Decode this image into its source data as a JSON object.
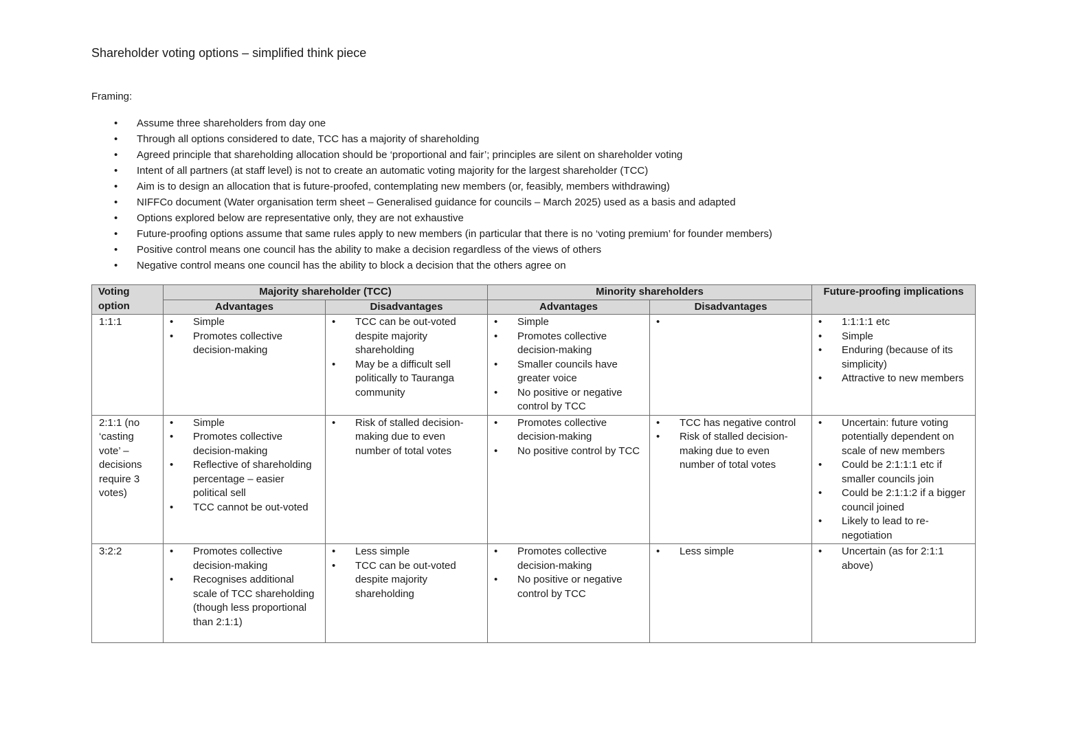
{
  "document": {
    "title": "Shareholder voting options – simplified think piece",
    "framing_label": "Framing:",
    "framing_points": [
      "Assume three shareholders from day one",
      "Through all options considered to date, TCC has a majority of shareholding",
      "Agreed principle that shareholding allocation should be ‘proportional and fair’; principles are silent on shareholder voting",
      "Intent of all partners (at staff level) is not to create an automatic voting majority for the largest shareholder (TCC)",
      "Aim is to design an allocation that is future-proofed, contemplating new members (or, feasibly, members withdrawing)",
      "NIFFCo document (Water organisation term sheet – Generalised guidance for councils – March 2025) used as a basis and adapted",
      "Options explored below are representative only, they are not exhaustive",
      "Future-proofing options assume that same rules apply to new members (in particular that there is no ‘voting premium’ for founder members)",
      "Positive control means one council has the ability to make a decision regardless of the views of others",
      "Negative control means one council has the ability to block a decision that the others agree on"
    ]
  },
  "table": {
    "headers": {
      "voting_option": "Voting option",
      "majority": "Majority shareholder (TCC)",
      "minority": "Minority shareholders",
      "future": "Future-proofing implications",
      "advantages": "Advantages",
      "disadvantages": "Disadvantages"
    },
    "rows": [
      {
        "option": "1:1:1",
        "maj_adv": [
          "Simple",
          "Promotes collective decision-making"
        ],
        "maj_dis": [
          "TCC can be out-voted despite majority shareholding",
          "May be a difficult sell politically to Tauranga community"
        ],
        "min_adv": [
          "Simple",
          "Promotes collective decision-making",
          "Smaller councils have greater voice",
          "No positive or negative control by TCC"
        ],
        "min_dis": [
          ""
        ],
        "future": [
          "1:1:1:1 etc",
          "Simple",
          "Enduring (because of its simplicity)",
          "Attractive to new members"
        ]
      },
      {
        "option": "2:1:1 (no ‘casting vote’ – decisions require 3 votes)",
        "maj_adv": [
          "Simple",
          "Promotes collective decision-making",
          "Reflective of shareholding percentage – easier political sell",
          "TCC cannot be out-voted"
        ],
        "maj_dis": [
          "Risk of stalled decision-making due to even number of total votes"
        ],
        "min_adv": [
          "Promotes collective decision-making",
          "No positive control by TCC"
        ],
        "min_dis": [
          "TCC has negative control",
          "Risk of stalled decision-making due to even number of total votes"
        ],
        "future": [
          "Uncertain: future voting potentially dependent on scale of new members",
          "Could be 2:1:1:1 etc if smaller councils join",
          "Could be 2:1:1:2 if a bigger council joined",
          "Likely to lead to re-negotiation"
        ]
      },
      {
        "option": "3:2:2",
        "maj_adv": [
          "Promotes collective decision-making",
          "Recognises additional scale of TCC shareholding (though less proportional than 2:1:1)"
        ],
        "maj_dis": [
          "Less simple",
          "TCC can be out-voted despite majority shareholding"
        ],
        "min_adv": [
          "Promotes collective decision-making",
          "No positive or negative control by TCC"
        ],
        "min_dis": [
          "Less simple"
        ],
        "future": [
          "Uncertain (as for 2:1:1 above)"
        ]
      }
    ]
  }
}
